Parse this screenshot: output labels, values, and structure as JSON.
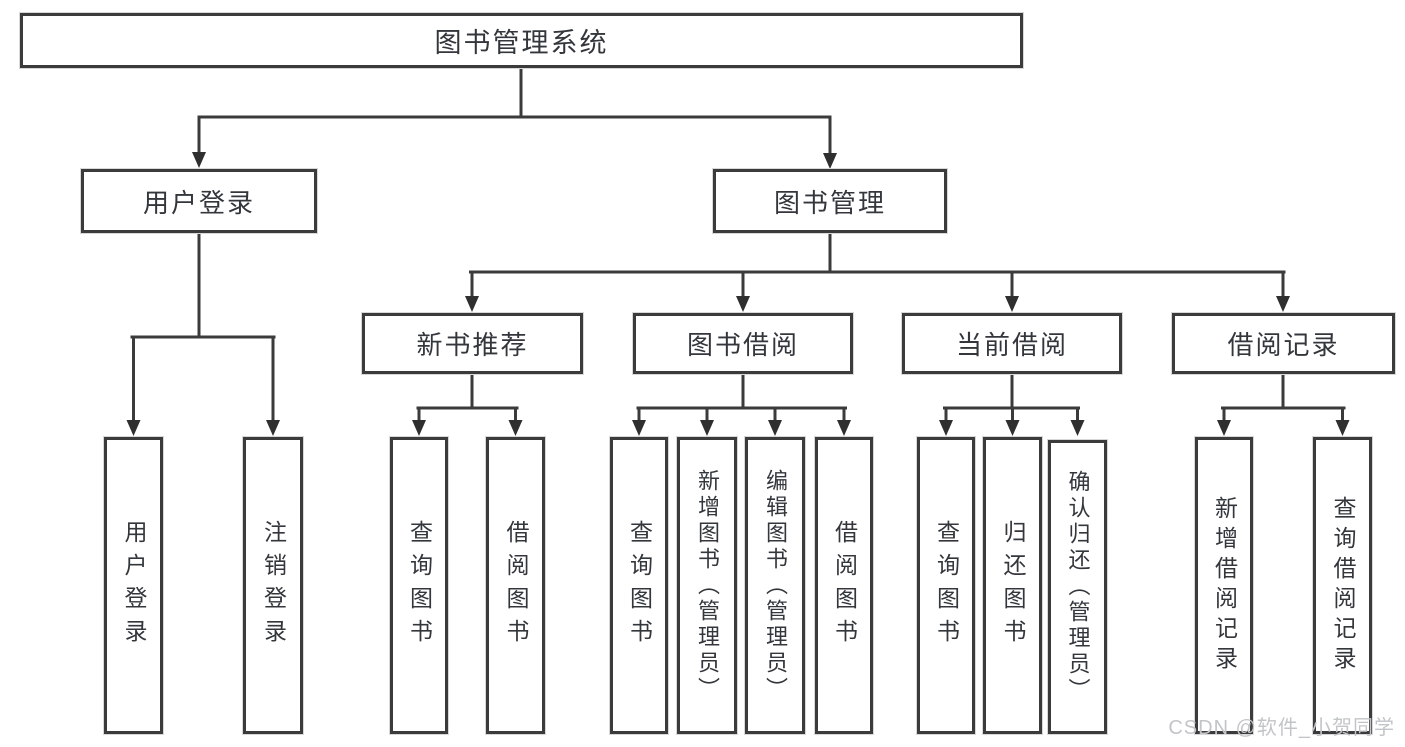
{
  "diagram": {
    "root": "图书管理系统",
    "level2": {
      "user_login": "用户登录",
      "book_mgmt": "图书管理"
    },
    "level3": {
      "new_book_rec": "新书推荐",
      "book_borrow": "图书借阅",
      "current_borrow": "当前借阅",
      "borrow_records": "借阅记录"
    },
    "leaves": {
      "user_login": [
        "用户登录",
        "注销登录"
      ],
      "new_book_rec": [
        "查询图书",
        "借阅图书"
      ],
      "book_borrow": [
        "查询图书",
        "新增图书（管理员）",
        "编辑图书（管理员）",
        "借阅图书"
      ],
      "current_borrow": [
        "查询图书",
        "归还图书",
        "确认归还（管理员）"
      ],
      "borrow_records": [
        "新增借阅记录",
        "查询借阅记录"
      ]
    },
    "watermark": "CSDN @软件_小贺同学",
    "colors": {
      "line": "#3b3b3b",
      "arrow": "#2f2f2f",
      "text": "#33373c",
      "watermark": "#c2c5c8",
      "background": "#ffffff"
    }
  }
}
